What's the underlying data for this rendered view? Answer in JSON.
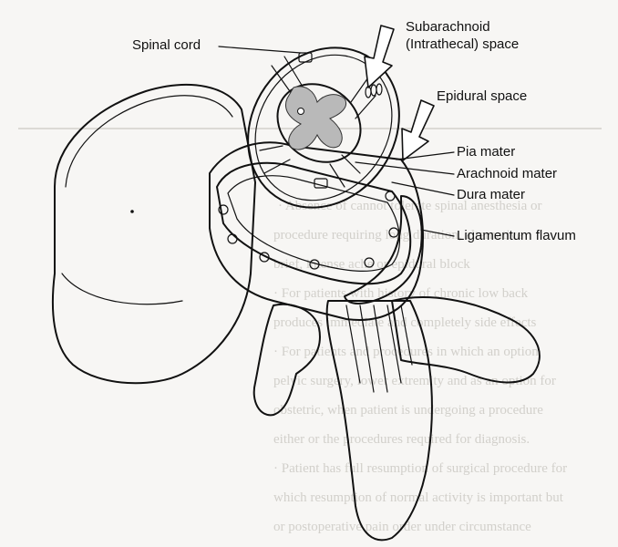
{
  "labels": {
    "spinal_cord": "Spinal cord",
    "subarachnoid_line1": "Subarachnoid",
    "subarachnoid_line2": "(Intrathecal) space",
    "epidural": "Epidural space",
    "pia": "Pia mater",
    "arachnoid": "Arachnoid mater",
    "dura": "Dura mater",
    "ligamentum": "Ligamentum flavum"
  },
  "colors": {
    "ink": "#111111",
    "gray_matter": "#b9b9b9",
    "background": "#f7f6f4",
    "bleed_through": "#d2d0cb"
  }
}
